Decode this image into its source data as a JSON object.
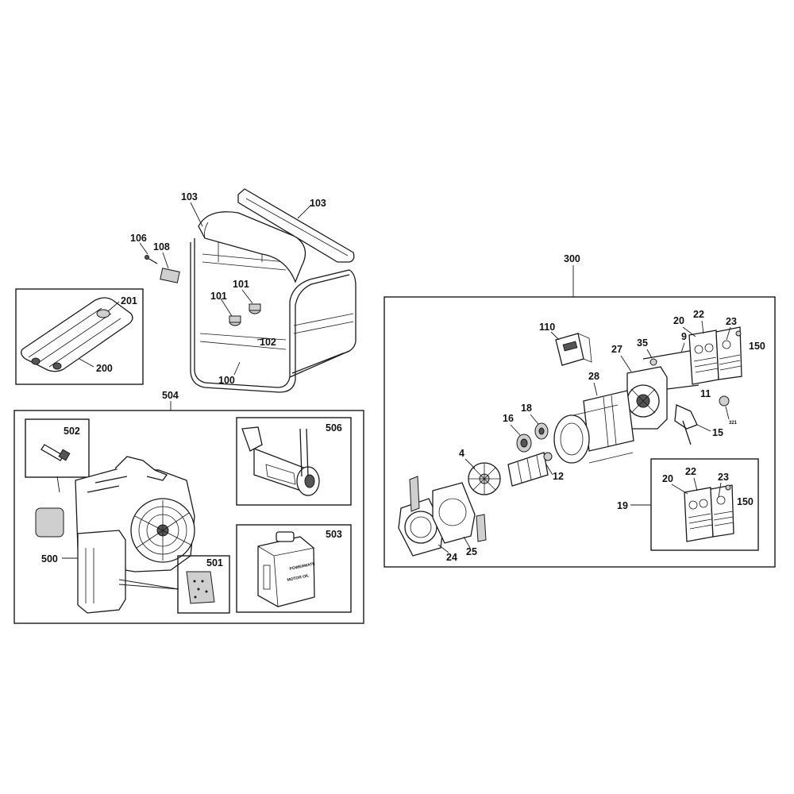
{
  "callouts": {
    "c103a": "103",
    "c103b": "103",
    "c106": "106",
    "c108": "108",
    "c101a": "101",
    "c101b": "101",
    "c102": "102",
    "c100": "100",
    "c201": "201",
    "c200": "200",
    "c504": "504",
    "c502": "502",
    "c506": "506",
    "c503": "503",
    "c501": "501",
    "c500": "500",
    "c300": "300",
    "c110": "110",
    "c35": "35",
    "c9": "9",
    "c27": "27",
    "c20a": "20",
    "c22a": "22",
    "c23a": "23",
    "c150a": "150",
    "c28": "28",
    "c11": "11",
    "c321": "321",
    "c15": "15",
    "c18": "18",
    "c16": "16",
    "c4": "4",
    "c12": "12",
    "c24": "24",
    "c25": "25",
    "c19": "19",
    "c20b": "20",
    "c22b": "22",
    "c23b": "23",
    "c150b": "150"
  },
  "oil_container_text": [
    "POWERMATE",
    "MOTOR OIL"
  ]
}
